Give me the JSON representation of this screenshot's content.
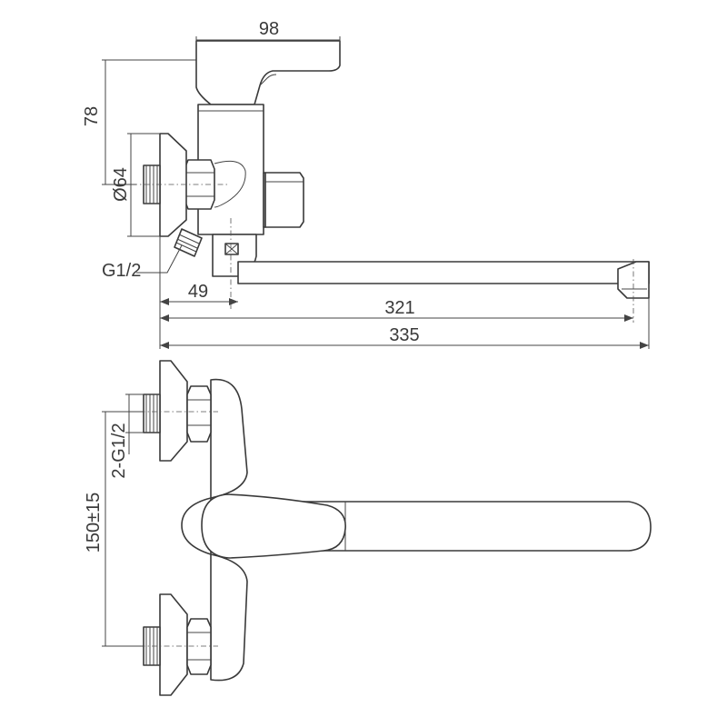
{
  "dimensions": {
    "top_width": "98",
    "height": "78",
    "diameter": "Ø64",
    "inlet_thread": "G1/2",
    "offset": "49",
    "spout_reach": "321",
    "overall_length": "335",
    "center_distance": "150±15",
    "inlet_threads": "2-G1/2"
  }
}
